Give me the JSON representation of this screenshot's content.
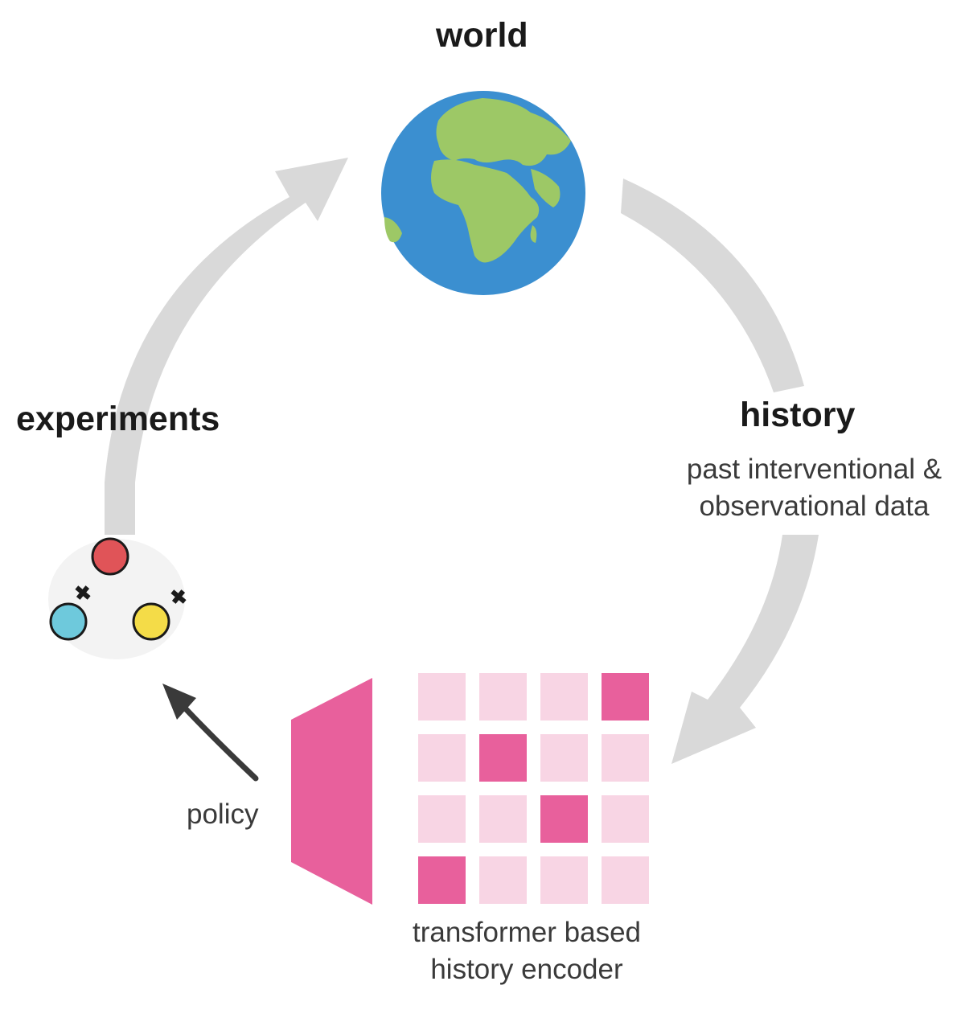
{
  "labels": {
    "world": "world",
    "history": "history",
    "history_sub_1": "past interventional &",
    "history_sub_2": "observational data",
    "experiments": "experiments",
    "policy": "policy",
    "encoder_1": "transformer based",
    "encoder_2": "history encoder"
  },
  "colors": {
    "arrow_grey": "#d9d9d9",
    "policy_arrow": "#3a3a3a",
    "ocean": "#3b8fd0",
    "land": "#9dc866",
    "encoder_pink": "#e8609c",
    "cell_light": "#f8d5e4",
    "cell_dark": "#e8609c",
    "node_red": "#e05458",
    "node_blue": "#6ec9dc",
    "node_yellow": "#f4dc48"
  },
  "attention_matrix": [
    [
      0,
      0,
      0,
      1
    ],
    [
      0,
      1,
      0,
      0
    ],
    [
      0,
      0,
      1,
      0
    ],
    [
      1,
      0,
      0,
      0
    ]
  ],
  "experiment_nodes": [
    "red",
    "blue",
    "yellow"
  ],
  "icons": [
    "globe-icon",
    "satellite-icon"
  ]
}
